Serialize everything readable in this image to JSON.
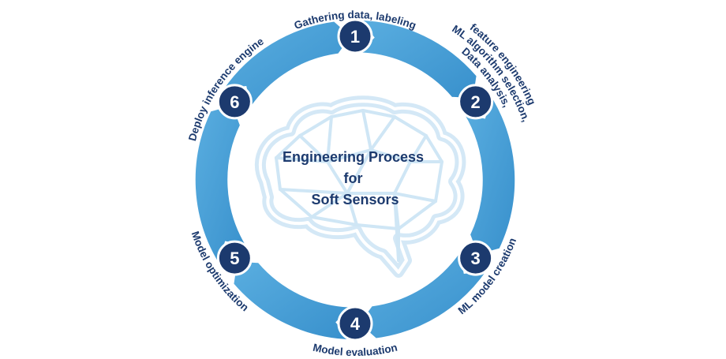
{
  "center": {
    "lines": [
      "Engineering Process",
      "for",
      "Soft Sensors"
    ]
  },
  "steps": [
    {
      "number": "1",
      "label_lines": [
        "Gathering data, labeling"
      ]
    },
    {
      "number": "2",
      "label_lines": [
        "Data analysis,",
        "ML algorithm selection,",
        "feature engineering"
      ]
    },
    {
      "number": "3",
      "label_lines": [
        "ML model creation"
      ]
    },
    {
      "number": "4",
      "label_lines": [
        "Model evaluation"
      ]
    },
    {
      "number": "5",
      "label_lines": [
        "Model optimization"
      ]
    },
    {
      "number": "6",
      "label_lines": [
        "Deploy inference engine"
      ]
    }
  ],
  "colors": {
    "ring": "#3e98d3",
    "ring_light": "#5aaee0",
    "node": "#1c3a6e",
    "node_border": "#ffffff",
    "brain": "#cfe6f5",
    "text": "#1c3a6e"
  },
  "icons": {
    "center": "brain-network-icon"
  }
}
